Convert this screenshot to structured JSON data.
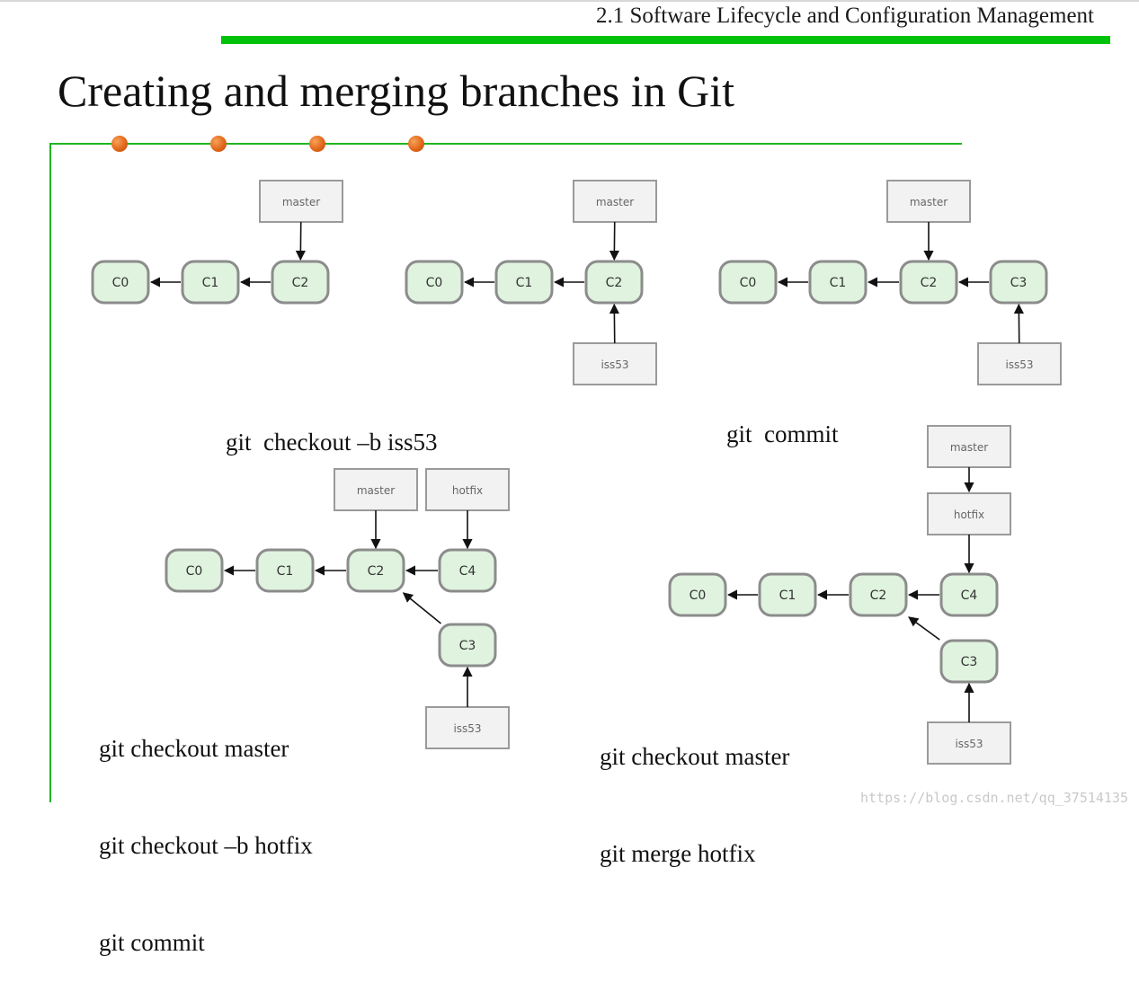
{
  "header": {
    "section_title": "2.1 Software Lifecycle and Configuration Management"
  },
  "slide": {
    "title": "Creating and merging branches in Git"
  },
  "commands": {
    "panel2": [
      "git  checkout –b iss53"
    ],
    "panel3": [
      "git  commit"
    ],
    "panel4": [
      "git checkout master",
      "git checkout –b hotfix",
      "git commit"
    ],
    "panel5": [
      "git checkout master",
      "git merge hotfix"
    ]
  },
  "diagrams": [
    {
      "commits": [
        {
          "id": "C0",
          "label": "C0"
        },
        {
          "id": "C1",
          "label": "C1"
        },
        {
          "id": "C2",
          "label": "C2"
        }
      ],
      "parents": [
        [
          "C1",
          "C0"
        ],
        [
          "C2",
          "C1"
        ]
      ],
      "refs": [
        {
          "label": "master",
          "points_to": "C2"
        }
      ]
    },
    {
      "commits": [
        {
          "id": "C0",
          "label": "C0"
        },
        {
          "id": "C1",
          "label": "C1"
        },
        {
          "id": "C2",
          "label": "C2"
        }
      ],
      "parents": [
        [
          "C1",
          "C0"
        ],
        [
          "C2",
          "C1"
        ]
      ],
      "refs": [
        {
          "label": "master",
          "points_to": "C2"
        },
        {
          "label": "iss53",
          "points_to": "C2"
        }
      ]
    },
    {
      "commits": [
        {
          "id": "C0",
          "label": "C0"
        },
        {
          "id": "C1",
          "label": "C1"
        },
        {
          "id": "C2",
          "label": "C2"
        },
        {
          "id": "C3",
          "label": "C3"
        }
      ],
      "parents": [
        [
          "C1",
          "C0"
        ],
        [
          "C2",
          "C1"
        ],
        [
          "C3",
          "C2"
        ]
      ],
      "refs": [
        {
          "label": "master",
          "points_to": "C2"
        },
        {
          "label": "iss53",
          "points_to": "C3"
        }
      ]
    },
    {
      "commits": [
        {
          "id": "C0",
          "label": "C0"
        },
        {
          "id": "C1",
          "label": "C1"
        },
        {
          "id": "C2",
          "label": "C2"
        },
        {
          "id": "C4",
          "label": "C4"
        },
        {
          "id": "C3",
          "label": "C3"
        }
      ],
      "parents": [
        [
          "C1",
          "C0"
        ],
        [
          "C2",
          "C1"
        ],
        [
          "C4",
          "C2"
        ],
        [
          "C3",
          "C2"
        ]
      ],
      "refs": [
        {
          "label": "master",
          "points_to": "C2"
        },
        {
          "label": "hotfix",
          "points_to": "C4"
        },
        {
          "label": "iss53",
          "points_to": "C3"
        }
      ]
    },
    {
      "commits": [
        {
          "id": "C0",
          "label": "C0"
        },
        {
          "id": "C1",
          "label": "C1"
        },
        {
          "id": "C2",
          "label": "C2"
        },
        {
          "id": "C4",
          "label": "C4"
        },
        {
          "id": "C3",
          "label": "C3"
        }
      ],
      "parents": [
        [
          "C1",
          "C0"
        ],
        [
          "C2",
          "C1"
        ],
        [
          "C4",
          "C2"
        ],
        [
          "C3",
          "C2"
        ]
      ],
      "refs": [
        {
          "label": "master",
          "points_to": "hotfix"
        },
        {
          "label": "hotfix",
          "points_to": "C4"
        },
        {
          "label": "iss53",
          "points_to": "C3"
        }
      ]
    }
  ],
  "watermark": "https://blog.csdn.net/qq_37514135",
  "colors": {
    "accent_green": "#00c20a",
    "commit_fill": "#dff3de",
    "commit_stroke": "#8c8c8c",
    "ref_fill": "#f2f2f2",
    "bullet_orange": "#e2681a"
  }
}
